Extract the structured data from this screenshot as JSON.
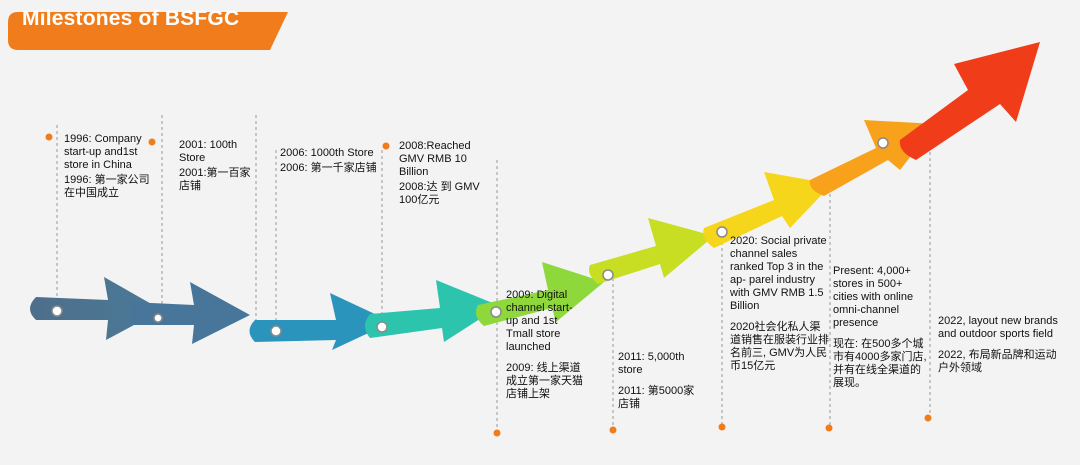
{
  "title": "Milestones of BSFGC",
  "colors": {
    "title_bg": "#f07c1c",
    "marker_orange": "#f07c1c",
    "guide_line": "#9a9a9a",
    "arrow_gradient": [
      "#4e6e8a",
      "#4a7a98",
      "#2a9cc0",
      "#2cc4b0",
      "#56d67a",
      "#b8dc26",
      "#f4d21a",
      "#f7a51a",
      "#f27d18",
      "#f03c18"
    ]
  },
  "milestones": [
    {
      "en": "1996: Company start-up and1st store in China",
      "zh": "1996: 第一家公司在中国成立"
    },
    {
      "en": "2001: 100th Store",
      "zh": "2001:第一百家店铺"
    },
    {
      "en": "2006: 1000th Store",
      "zh": "2006: 第一千家店铺"
    },
    {
      "en": "2008:Reached GMV RMB 10 Billion",
      "zh": "2008:达 到 GMV 100亿元"
    },
    {
      "en": "2009: Digital channel start-up and 1st Tmall store launched",
      "zh": "2009: 线上渠道成立第一家天猫店铺上架"
    },
    {
      "en": "2011: 5,000th store",
      "zh": "2011: 第5000家店铺"
    },
    {
      "en": "2020: Social private channel sales ranked Top 3 in the ap- parel industry with GMV RMB 1.5 Billion",
      "zh": "2020社会化私人渠道销售在服装行业排名前三, GMV为人民币15亿元"
    },
    {
      "en": "Present: 4,000+ stores in 500+ cities with online omni-channel presence",
      "zh": "现在: 在500多个城市有4000多家门店, 并有在线全渠道的展现。"
    },
    {
      "en": "2022, layout new brands and outdoor sports field",
      "zh": "2022, 布局新品牌和运动户外领域"
    }
  ]
}
